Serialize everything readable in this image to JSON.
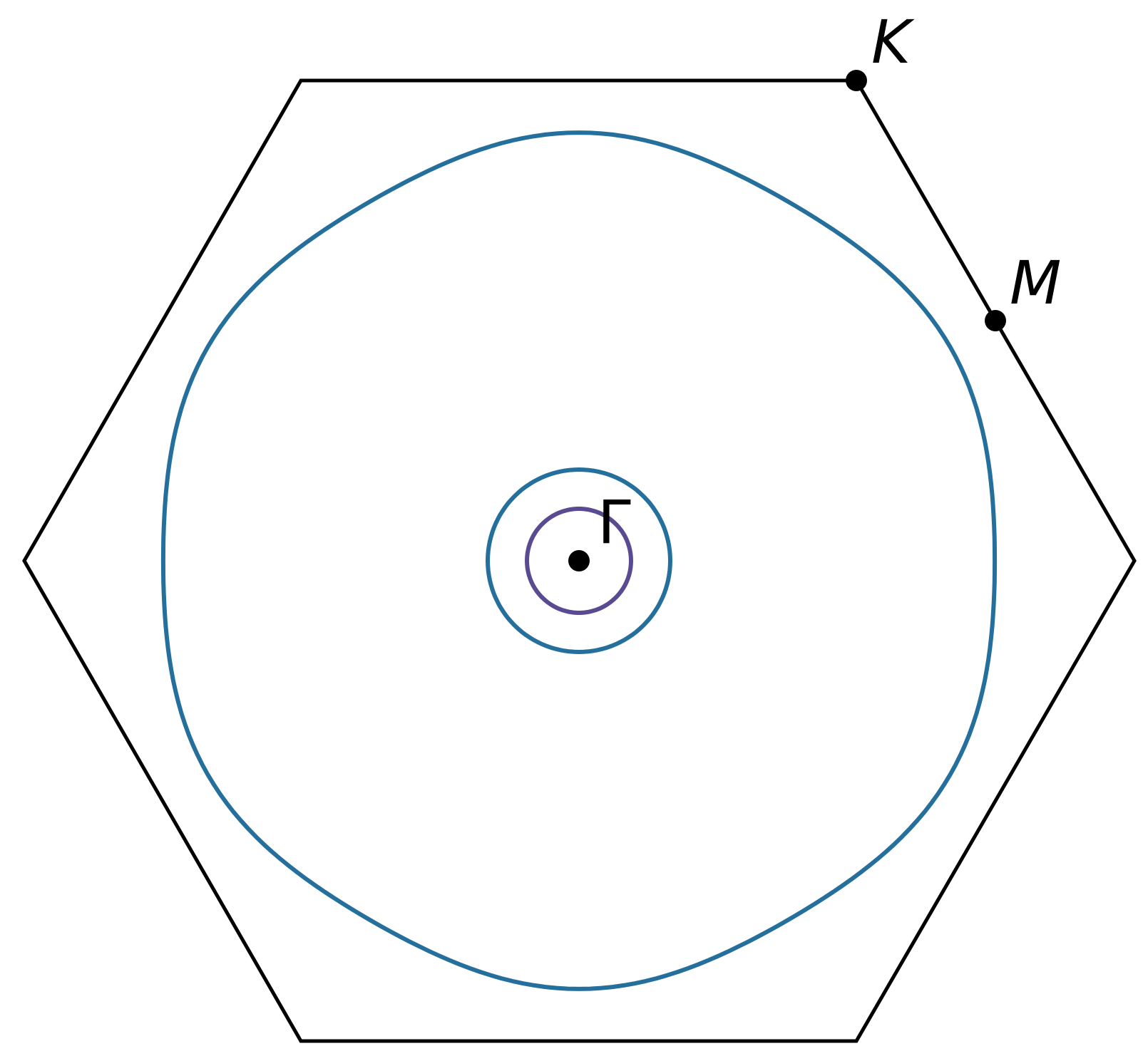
{
  "diagram": {
    "boundary": {
      "shape": "hexagon",
      "color": "#000000"
    },
    "contours": [
      {
        "id": "outer",
        "color": "#256f9c"
      },
      {
        "id": "middle",
        "color": "#256f9c"
      },
      {
        "id": "inner",
        "color": "#5a4a92"
      }
    ],
    "points": [
      {
        "id": "gamma",
        "label": "Γ",
        "style": "upright"
      },
      {
        "id": "k",
        "label": "K",
        "style": "italic"
      },
      {
        "id": "m",
        "label": "M",
        "style": "italic"
      }
    ]
  }
}
